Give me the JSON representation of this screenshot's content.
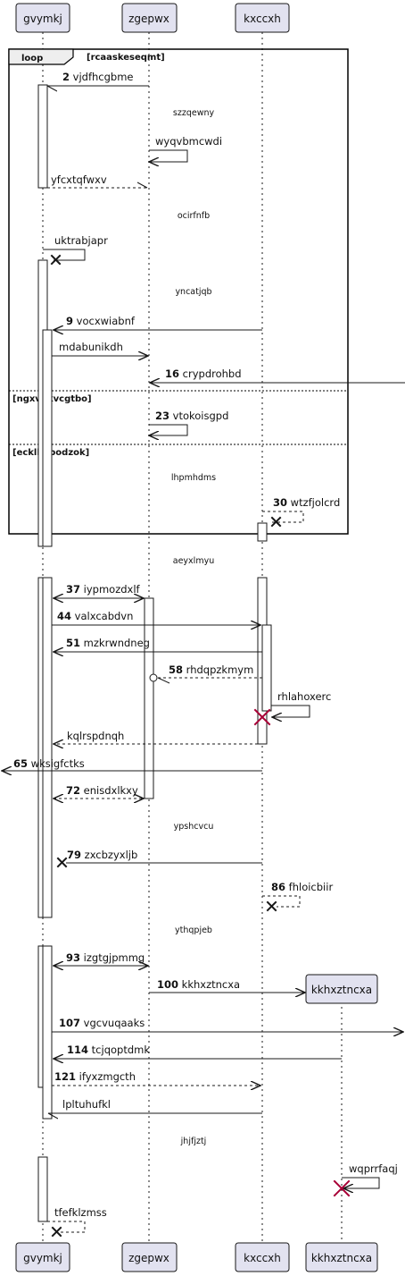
{
  "participants": {
    "gvymkj": "gvymkj",
    "zgepwx": "zgepwx",
    "kxccxh": "kxccxh",
    "kkhxztncxa": "kkhxztncxa"
  },
  "loop": {
    "keyword": "loop",
    "condition": "[rcaaskeseqmt]",
    "else1": "[ngxvdkvcgtbo]",
    "else2": "[ecklkhbodzok]"
  },
  "dividers": {
    "d1": "szzqewny",
    "d2": "ocirfnfb",
    "d3": "yncatjqb",
    "d4": "lhpmhdms",
    "d5": "aeyxlmyu",
    "d6": "ypshcvcu",
    "d7": "ythqpjeb",
    "d8": "jhjfjztj"
  },
  "messages": {
    "m2": {
      "num": "2",
      "text": "vjdfhcgbme"
    },
    "m_wyq": {
      "num": "",
      "text": "wyqvbmcwdi"
    },
    "m_yfc": {
      "num": "",
      "text": "yfcxtqfwxv"
    },
    "m_ukt": {
      "num": "",
      "text": "uktrabjapr"
    },
    "m9": {
      "num": "9",
      "text": "vocxwiabnf"
    },
    "m_mda": {
      "num": "",
      "text": "mdabunikdh"
    },
    "m16": {
      "num": "16",
      "text": "crypdrohbd"
    },
    "m23": {
      "num": "23",
      "text": "vtokoisgpd"
    },
    "m30": {
      "num": "30",
      "text": "wtzfjolcrd"
    },
    "m37": {
      "num": "37",
      "text": "iypmozdxlf"
    },
    "m44": {
      "num": "44",
      "text": "valxcabdvn"
    },
    "m51": {
      "num": "51",
      "text": "mzkrwndneg"
    },
    "m58": {
      "num": "58",
      "text": "rhdqpzkmym"
    },
    "m_rhl": {
      "num": "",
      "text": "rhlahoxerc"
    },
    "m_kql": {
      "num": "",
      "text": "kqlrspdnqh"
    },
    "m65": {
      "num": "65",
      "text": "wksigfctks"
    },
    "m72": {
      "num": "72",
      "text": "enisdxlkxy"
    },
    "m79": {
      "num": "79",
      "text": "zxcbzyxljb"
    },
    "m86": {
      "num": "86",
      "text": "fhloicbiir"
    },
    "m93": {
      "num": "93",
      "text": "izgtgjpmmg"
    },
    "m100": {
      "num": "100",
      "text": "kkhxztncxa"
    },
    "m107": {
      "num": "107",
      "text": "vgcvuqaaks"
    },
    "m114": {
      "num": "114",
      "text": "tcjqoptdmk"
    },
    "m121": {
      "num": "121",
      "text": "ifyxzmgcth"
    },
    "m_lpl": {
      "num": "",
      "text": "lpltuhufkl"
    },
    "m_wqp": {
      "num": "",
      "text": "wqprrfaqj"
    },
    "m_tfe": {
      "num": "",
      "text": "tfefklzmss"
    }
  }
}
